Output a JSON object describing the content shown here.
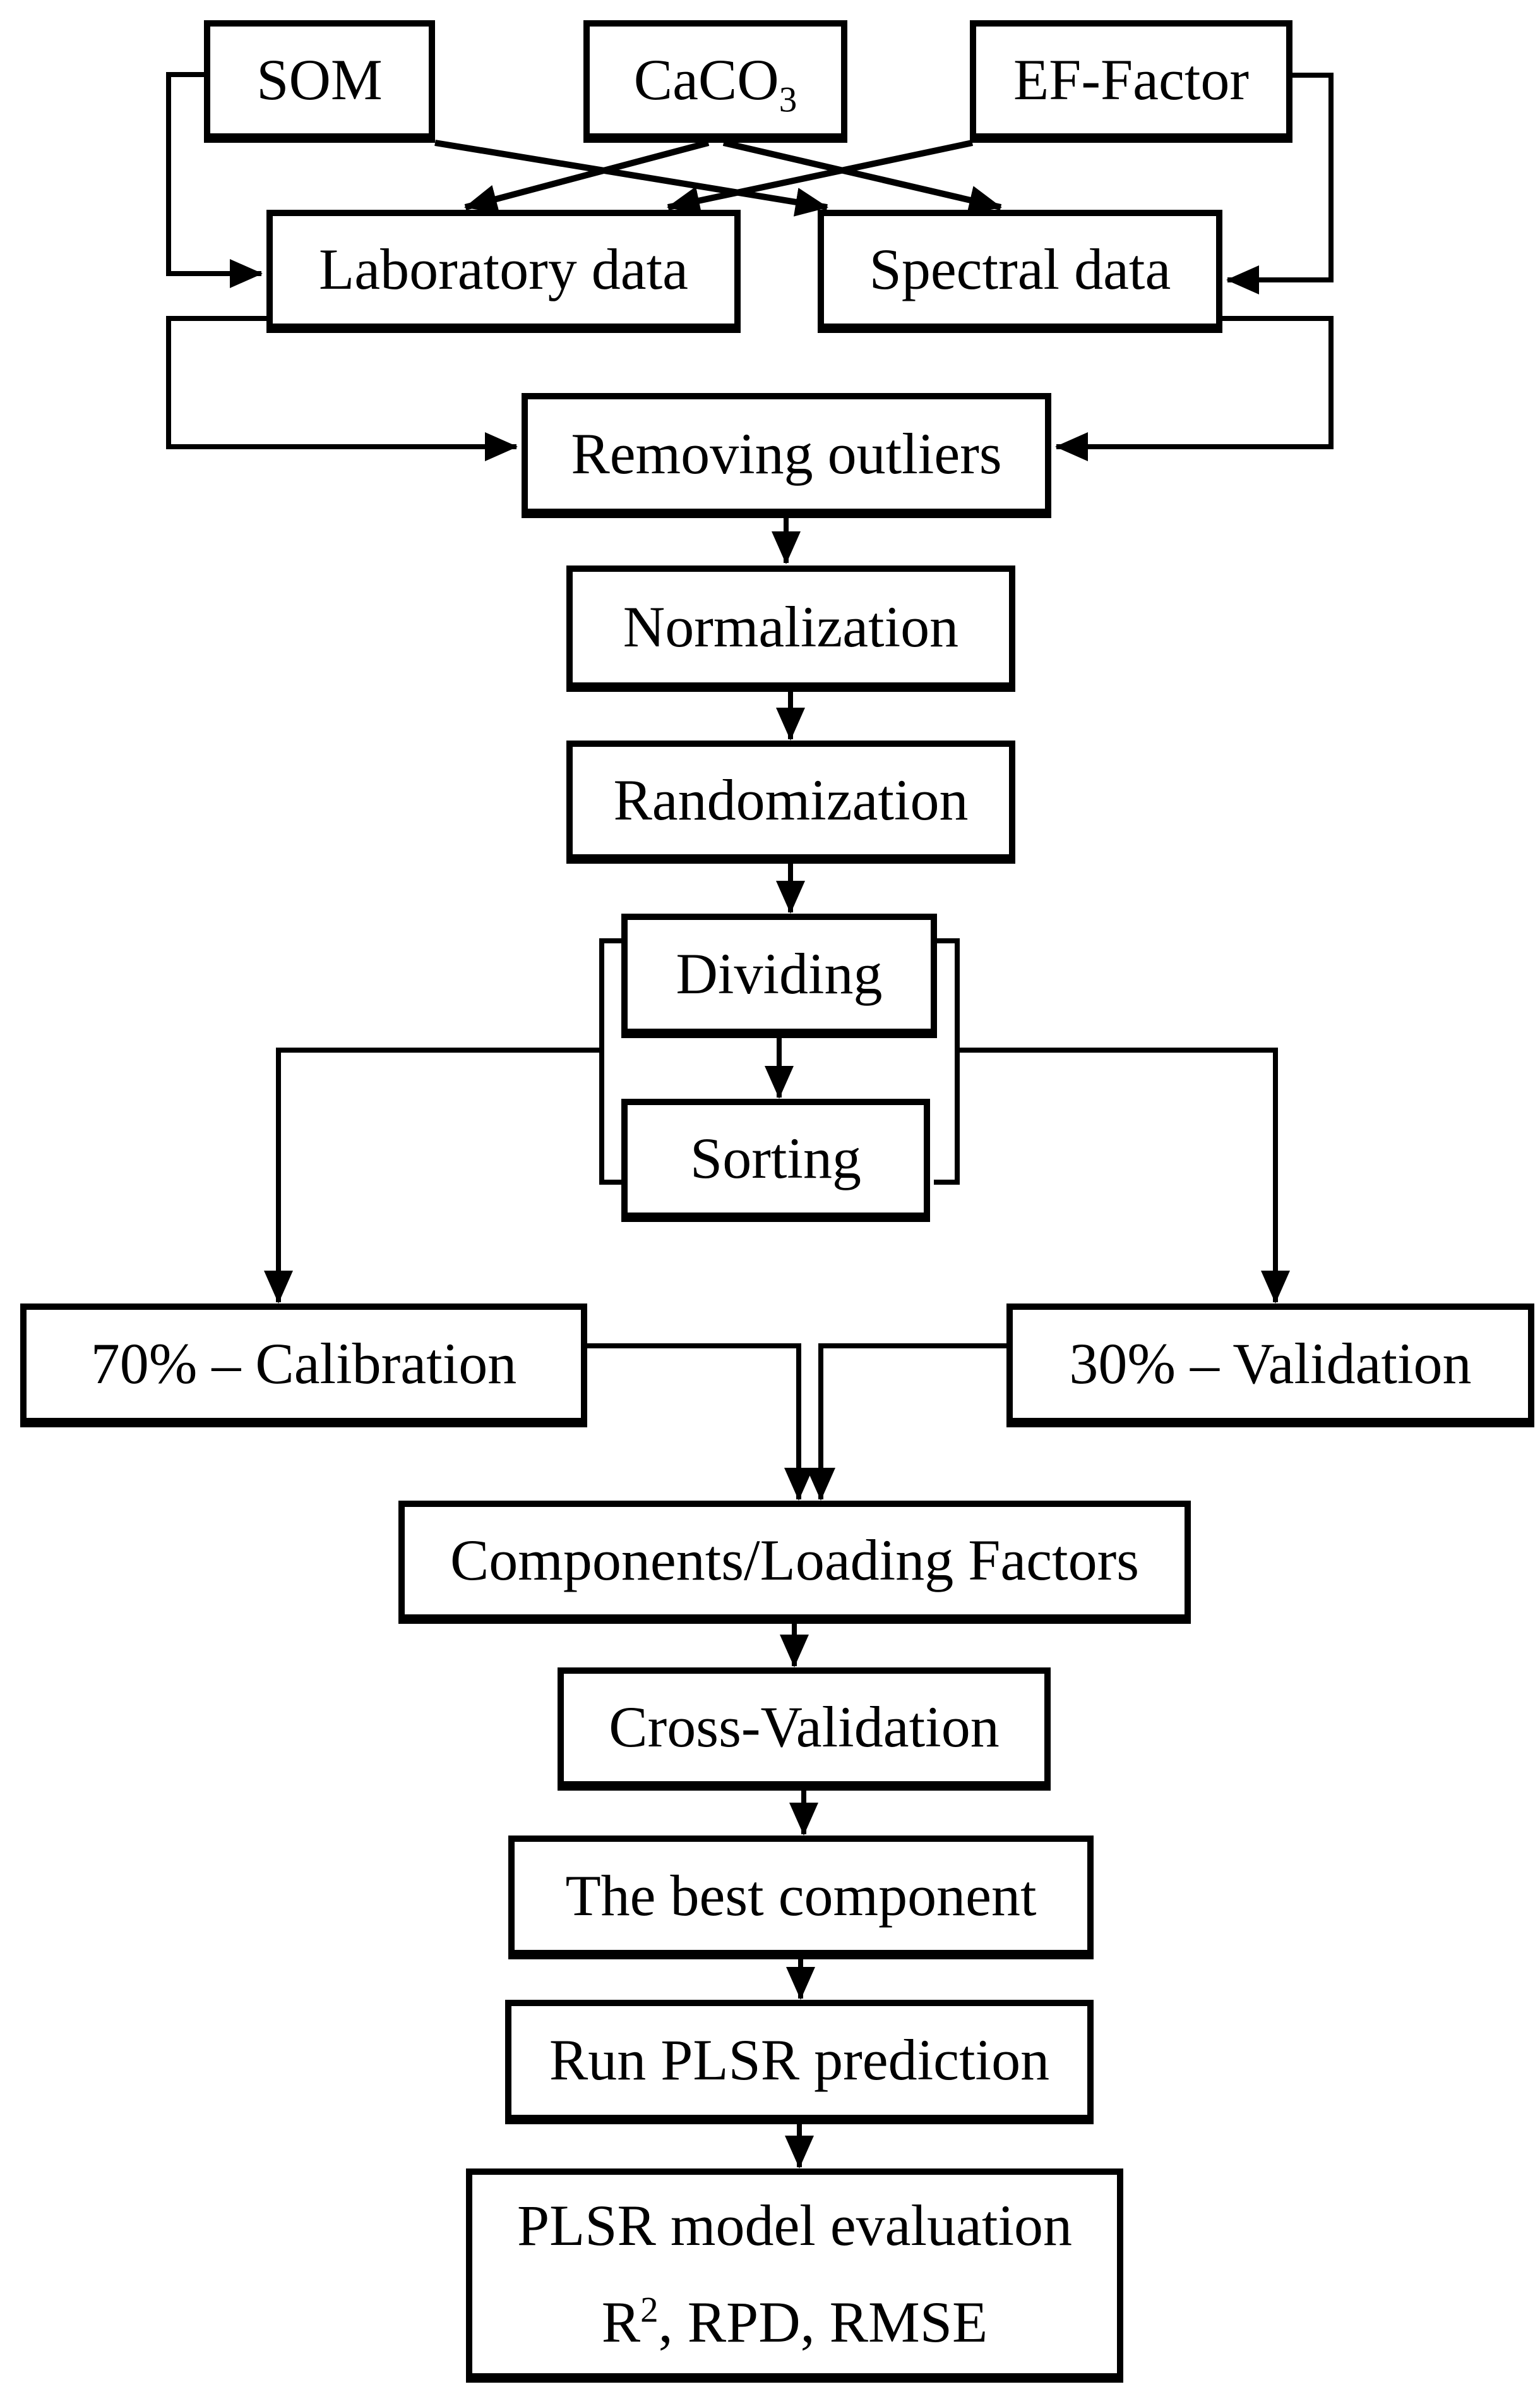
{
  "figure": {
    "background_color": "#ffffff",
    "line_color": "#000000",
    "nodes": {
      "som": {
        "label": "SOM"
      },
      "caco3": {
        "base": "CaCO",
        "subscript": "3"
      },
      "ef_factor": {
        "label": "EF-Factor"
      },
      "laboratory_data": {
        "label": "Laboratory data"
      },
      "spectral_data": {
        "label": "Spectral data"
      },
      "removing_outliers": {
        "label": "Removing outliers"
      },
      "normalization": {
        "label": "Normalization"
      },
      "randomization": {
        "label": "Randomization"
      },
      "dividing": {
        "label": "Dividing"
      },
      "sorting": {
        "label": "Sorting"
      },
      "calibration": {
        "label": "70% – Calibration"
      },
      "validation": {
        "label": "30% – Validation"
      },
      "components_loading_factors": {
        "label": "Components/Loading Factors"
      },
      "cross_validation": {
        "label": "Cross-Validation"
      },
      "best_component": {
        "label": "The best component"
      },
      "run_plsr_prediction": {
        "label": "Run PLSR prediction"
      },
      "plsr_evaluation": {
        "line1": "PLSR model evaluation",
        "line2_base": "R",
        "line2_superscript": "2",
        "line2_rest": ", RPD, RMSE"
      }
    },
    "edges": [
      "SOM -> Laboratory data",
      "SOM -> Spectral data",
      "CaCO3 -> Laboratory data",
      "CaCO3 -> Spectral data",
      "EF-Factor -> Laboratory data",
      "EF-Factor -> Spectral data",
      "Laboratory data -> Removing outliers",
      "Spectral data -> Removing outliers",
      "Removing outliers -> Normalization",
      "Normalization -> Randomization",
      "Randomization -> Dividing",
      "Dividing -> Sorting",
      "Dividing/Sorting -> 70% Calibration",
      "Dividing/Sorting -> 30% Validation",
      "70% Calibration -> Components/Loading Factors",
      "30% Validation -> Components/Loading Factors",
      "Components/Loading Factors -> Cross-Validation",
      "Cross-Validation -> The best component",
      "The best component -> Run PLSR prediction",
      "Run PLSR prediction -> PLSR model evaluation"
    ]
  }
}
